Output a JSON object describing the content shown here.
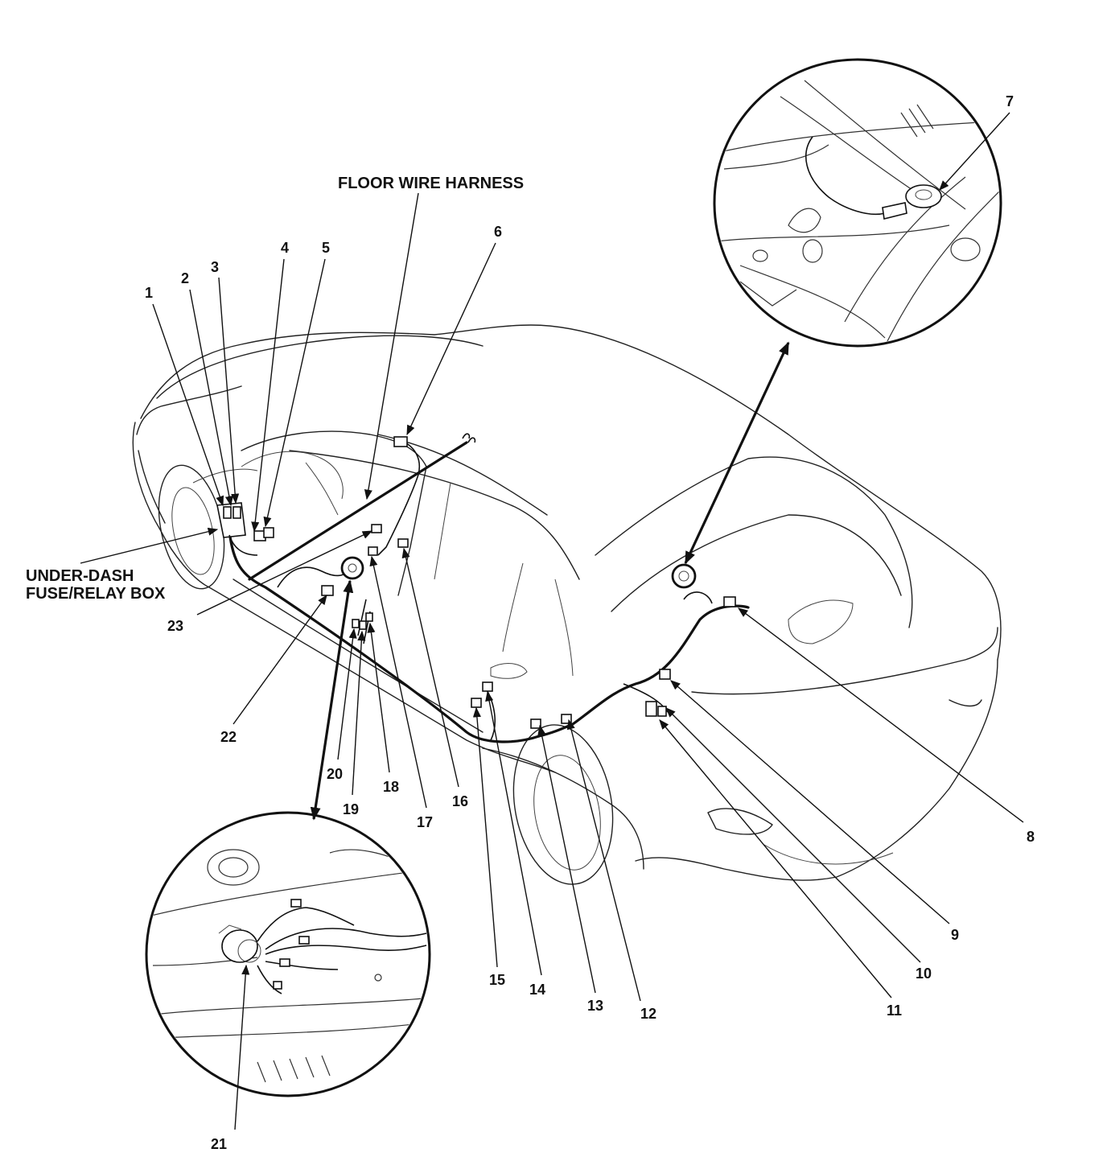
{
  "diagram": {
    "captions": {
      "floor_wire_harness": "FLOOR WIRE HARNESS",
      "under_dash_line1": "UNDER-DASH",
      "under_dash_line2": "FUSE/RELAY BOX"
    },
    "callouts": {
      "n1": "1",
      "n2": "2",
      "n3": "3",
      "n4": "4",
      "n5": "5",
      "n6": "6",
      "n7": "7",
      "n8": "8",
      "n9": "9",
      "n10": "10",
      "n11": "11",
      "n12": "12",
      "n13": "13",
      "n14": "14",
      "n15": "15",
      "n16": "16",
      "n17": "17",
      "n18": "18",
      "n19": "19",
      "n20": "20",
      "n21": "21",
      "n22": "22",
      "n23": "23"
    }
  }
}
